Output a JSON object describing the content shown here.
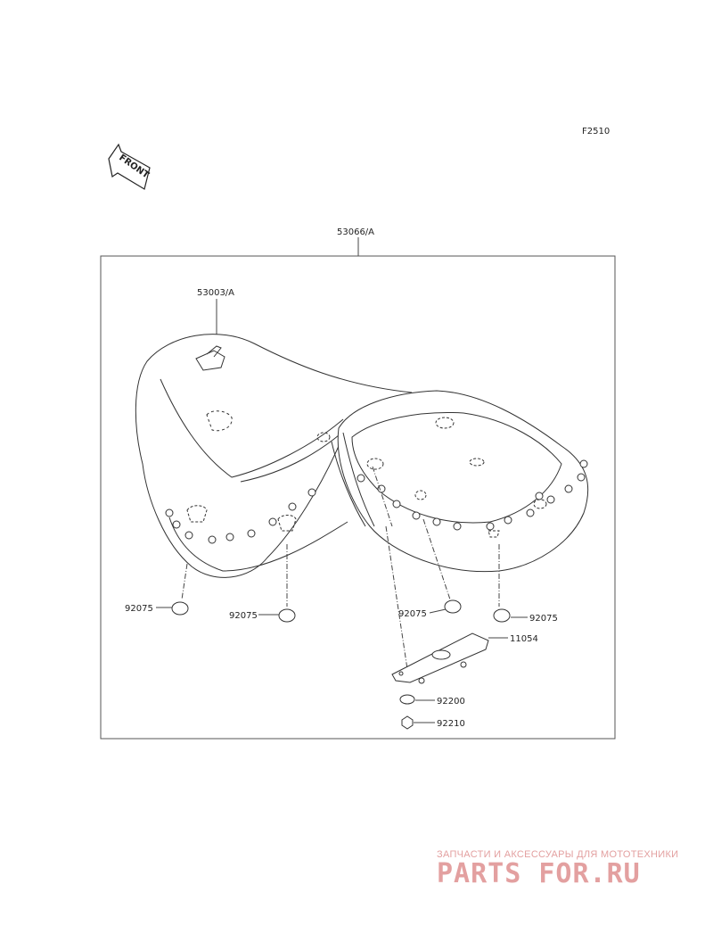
{
  "figure_code": "F2510",
  "front_label": "FRONT",
  "parts": {
    "seat_assembly": "53066/A",
    "seat_cover": "53003/A",
    "damper_1": "92075",
    "damper_2": "92075",
    "damper_3": "92075",
    "damper_4": "92075",
    "bracket": "11054",
    "washer": "92200",
    "nut": "92210"
  },
  "watermark": {
    "tagline": "ЗАПЧАСТИ И АКСЕССУАРЫ ДЛЯ МОТОТЕХНИКИ",
    "logo": "PARTS FOR.RU",
    "color": "#e3a0a0"
  }
}
